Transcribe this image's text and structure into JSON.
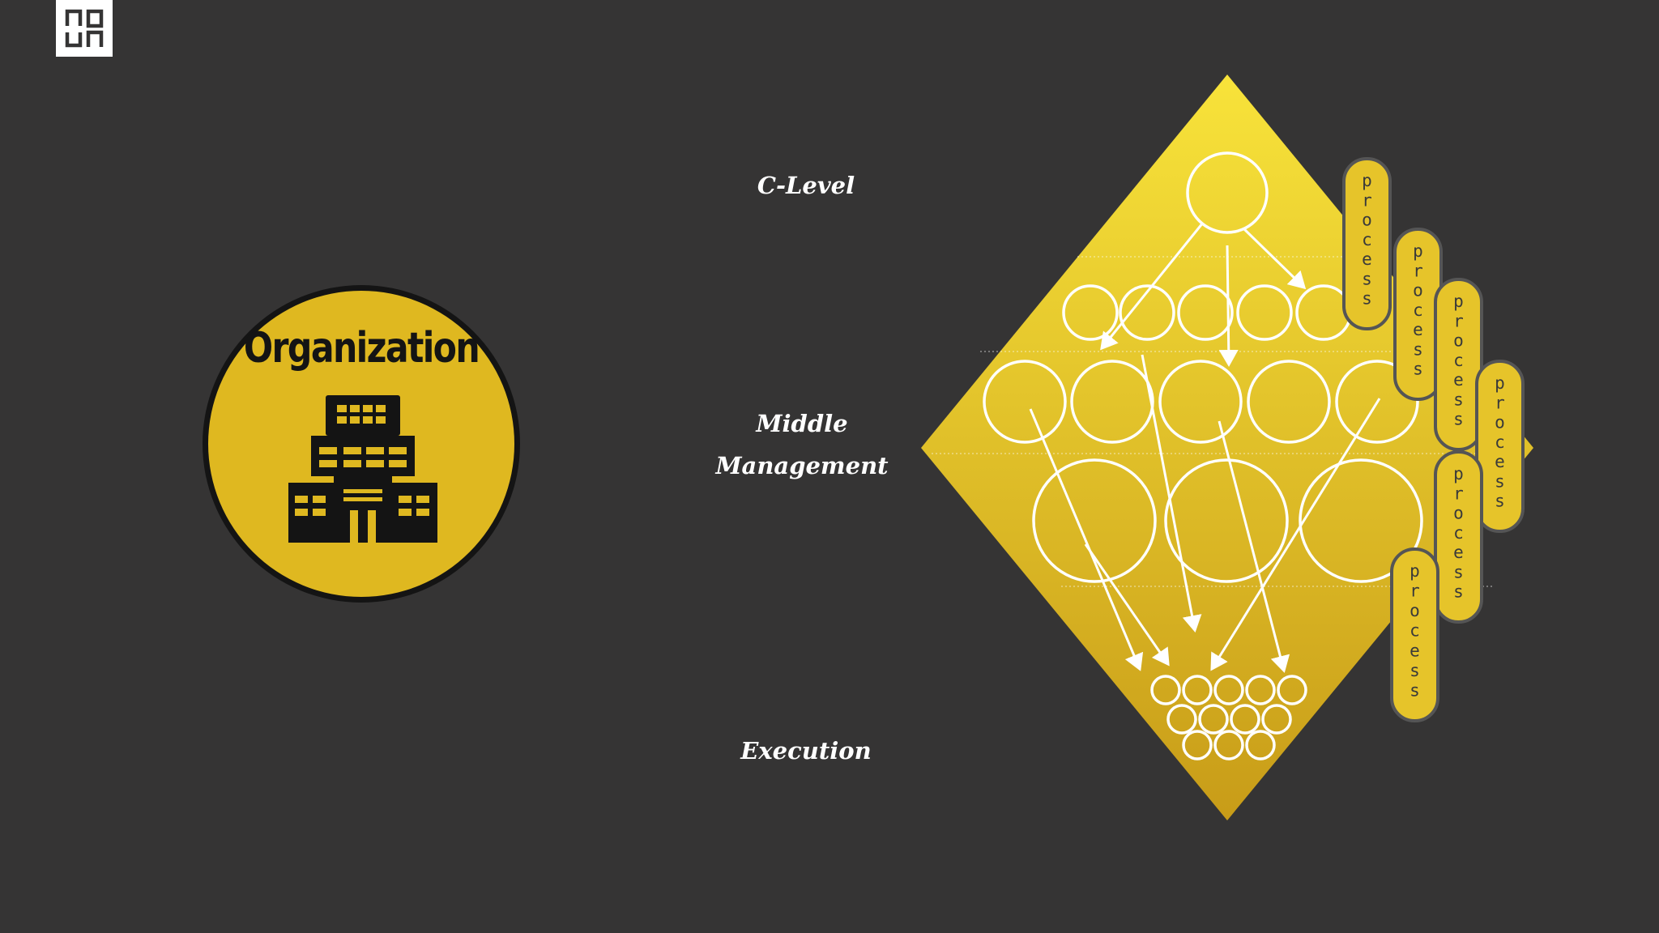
{
  "logo": {
    "icon": "noun-project-logo-icon"
  },
  "organization": {
    "title": "Organization",
    "icon": "office-building-icon",
    "colors": {
      "fill": "#dfb820",
      "ink": "#141414"
    }
  },
  "levels": {
    "c_level": "C-Level",
    "middle_line1": "Middle",
    "middle_line2": "Management",
    "execution": "Execution"
  },
  "process_label": "process",
  "colors": {
    "background": "#353434",
    "diamond_top": "#f8e33a",
    "diamond_bottom": "#c89c18",
    "pill": "#e6c42a",
    "pill_border": "#555555"
  }
}
